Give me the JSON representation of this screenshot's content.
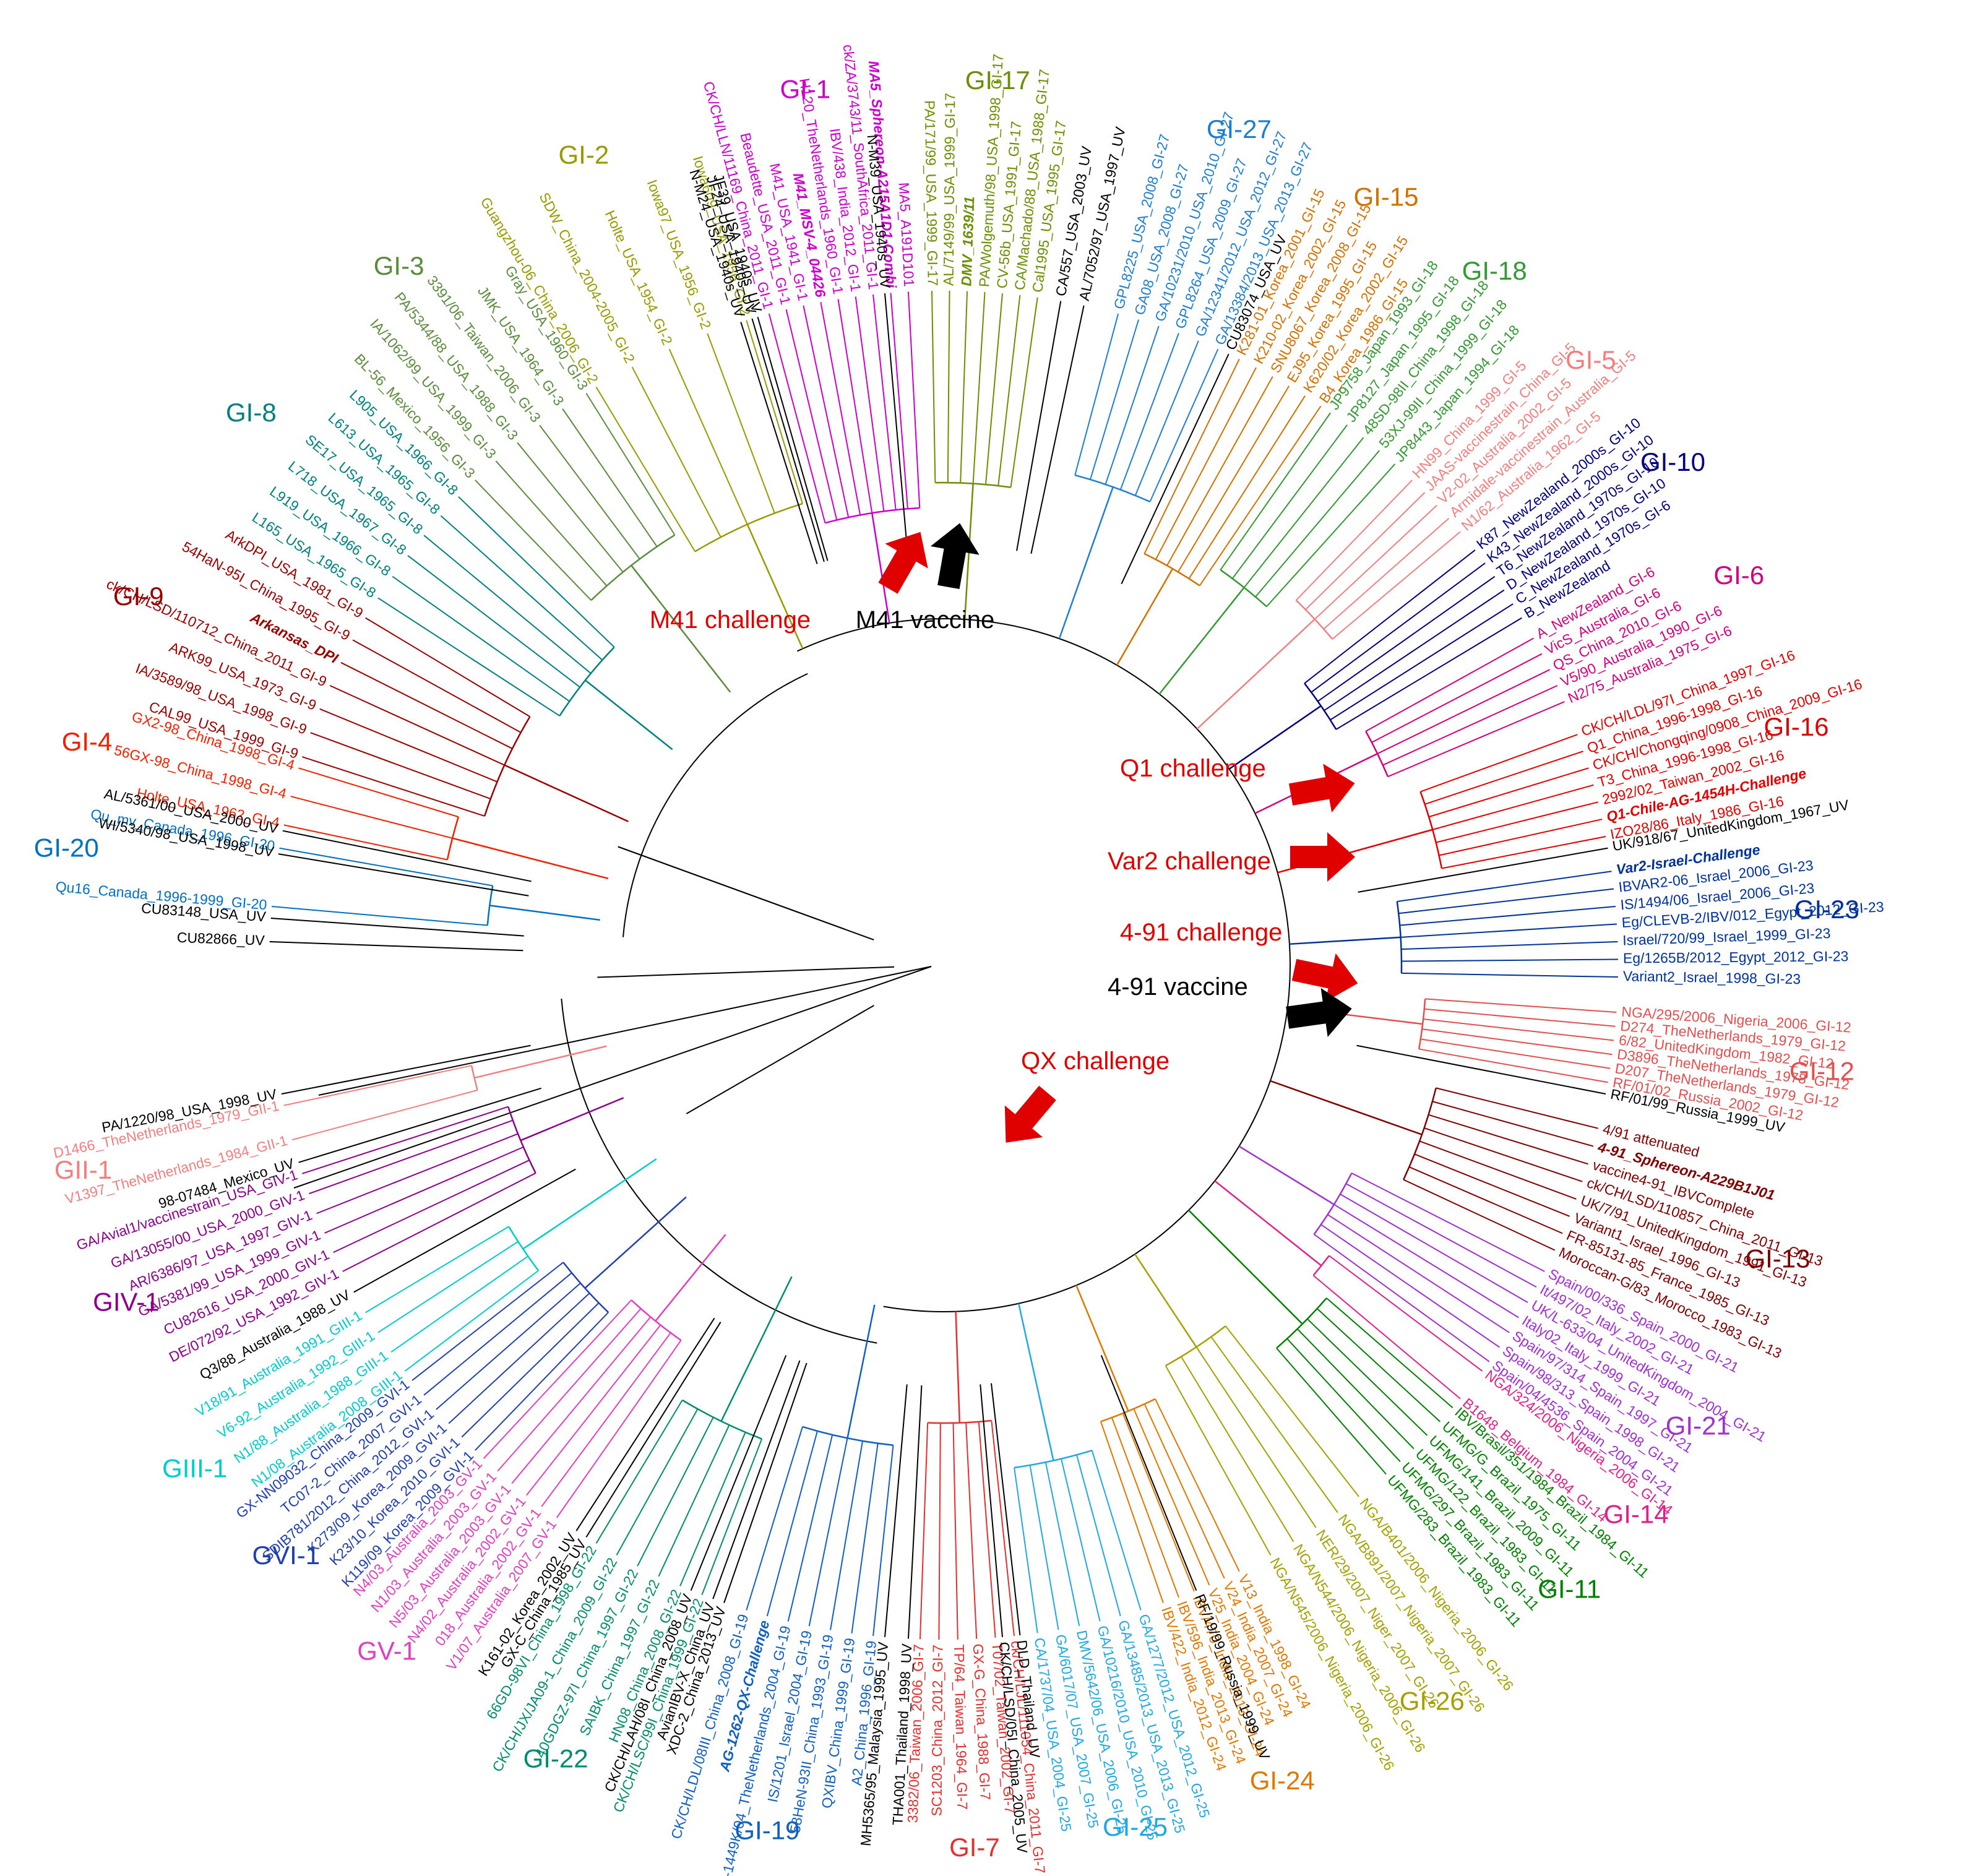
{
  "clades": [
    {
      "label": "GI-1",
      "color": "#cc00cc",
      "leaves": [
        "CK/CH/LLN/11169_China_2011_GI-1",
        "Beaudette_USA_2011_GI-1",
        "M41_USA_1941_GI-1",
        "M41_MSV-4_04426",
        "H120_TheNetherlands_1960_GI-1",
        "IBV/438_India_2012_GI-1",
        "ck/ZA/3743/11_SouthAfrica_2011_GI-1",
        "MA5_Sphereon-A215A1D1-Combi",
        "MA5_A191D101"
      ]
    },
    {
      "label": "GI-2",
      "color": "#999900",
      "leaves": [
        "Guangzhou-06_China_2006_GI-2",
        "SDW_China_2004-2005_GI-2",
        "Holte_USA_1954_GI-2",
        "Iowa97_USA_1956_GI-2",
        "Iowa609_USA_1956_GI-2"
      ]
    },
    {
      "label": "GI-3",
      "color": "#5a8c3c",
      "leaves": [
        "BL-56_Mexico_1956_GI-3",
        "IA/1062/99_USA_1999_GI-3",
        "PA/5344/88_USA_1988_GI-3",
        "3391/06_Taiwan_2006_GI-3",
        "JMK_USA_1964_GI-3",
        "Gray_USA_1960_GI-3"
      ]
    },
    {
      "label": "GI-8",
      "color": "#008080",
      "leaves": [
        "L165_USA_1965_GI-8",
        "L919_USA_1966_GI-8",
        "L718_USA_1967_GI-8",
        "SE17_USA_1965_GI-8",
        "L613_USA_1965_GI-8",
        "L905_USA_1966_GI-8"
      ]
    },
    {
      "label": "GI-9",
      "color": "#990000",
      "leaves": [
        "CAL99_USA_1999_GI-9",
        "IA/3589/98_USA_1998_GI-9",
        "ARK99_USA_1973_GI-9",
        "ck/CH/LSD/110712_China_2011_GI-9",
        "Arkansas_DPI",
        "54HaN-95I_China_1995_GI-9",
        "ArkDPI_USA_1981_GI-9"
      ]
    },
    {
      "label": "GI-4",
      "color": "#ee2200",
      "leaves": [
        "Holte_USA_1962_GI-4",
        "56GX-98_China_1998_GI-4",
        "GX2-98_China_1998_GI-4"
      ]
    },
    {
      "label": "GI-20",
      "color": "#0070c0",
      "leaves": [
        "Qu16_Canada_1996-1999_GI-20",
        "Qu_mv_Canada_1996_GI-20"
      ]
    },
    {
      "label": "GI-17",
      "color": "#6a8f00",
      "leaves": [
        "PA/171/99_USA_1999_GI-17",
        "AL/7149/99_USA_1999_GI-17",
        "DMV_1639/11",
        "PA/Wolgemuth/98_USA_1998_GI-17",
        "CV-56b_USA_1991_GI-17",
        "CA/Machado/88_USA_1988_GI-17",
        "Cal1995_USA_1995_GI-17"
      ]
    },
    {
      "label": "GI-27",
      "color": "#1e7fd0",
      "leaves": [
        "GPL8225_USA_2008_GI-27",
        "GA08_USA_2008_GI-27",
        "GA/10231/2010_USA_2010_GI-27",
        "GPL8264_USA_2009_GI-27",
        "GA/12341/2012_USA_2012_GI-27",
        "GA/13384/2013_USA_2013_GI-27"
      ]
    },
    {
      "label": "GI-15",
      "color": "#d27000",
      "leaves": [
        "K281-01_Korea_2001_GI-15",
        "K210-02_Korea_2002_GI-15",
        "SNU8067_Korea_2008_GI-15",
        "EJ95_Korea_1995_GI-15",
        "K620/02_Korea_2002_GI-15",
        "B4_Korea_1986_GI-15"
      ]
    },
    {
      "label": "GI-18",
      "color": "#339933",
      "leaves": [
        "JP9758_Japan_1993_GI-18",
        "JP8127_Japan_1995_GI-18",
        "48SD-98II_China_1998_GI-18",
        "53XJ-99II_China_1999_GI-18",
        "JP8443_Japan_1994_GI-18"
      ]
    },
    {
      "label": "GI-5",
      "color": "#f08080",
      "leaves": [
        "HN99_China_1999_GI-5",
        "JAAS-vaccinestrain_China_GI-5",
        "V2-02_Australia_2002_GI-5",
        "Armidale-vaccinestrain_Australia_GI-5",
        "N1/62_Australia_1962_GI-5"
      ]
    },
    {
      "label": "GI-10",
      "color": "#000080",
      "leaves": [
        "K87_NewZealand_2000s_GI-10",
        "K43_NewZealand_2000s_GI-10",
        "T6_NewZealand_1970s_GI-10",
        "D_NewZealand_1970s_GI-10",
        "C_NewZealand_1970s_GI-6",
        "B_NewZealand"
      ]
    },
    {
      "label": "GI-6",
      "color": "#d0007f",
      "leaves": [
        "A_NewZealand_GI-6",
        "VicS_Australia_GI-6",
        "QS_China_2010_GI-6",
        "V5/90_Australia_1990_GI-6",
        "N2/75_Australia_1975_GI-6"
      ]
    },
    {
      "label": "GI-16",
      "color": "#e00000",
      "leaves": [
        "CK/CH/LDL/97I_China_1997_GI-16",
        "Q1_China_1996-1998_GI-16",
        "CK/CH/Chongqing/0908_China_2009_GI-16",
        "T3_China_1996-1998_GI-16",
        "2992/02_Taiwan_2002_GI-16",
        "Q1-Chile-AG-1454H-Challenge",
        "IZO28/86_Italy_1986_GI-16"
      ]
    },
    {
      "label": "GI-23",
      "color": "#003399",
      "leaves": [
        "Var2-Israel-Challenge",
        "IBVAR2-06_Israel_2006_GI-23",
        "IS/1494/06_Israel_2006_GI-23",
        "Eg/CLEVB-2/IBV/012_Egypt_2012_GI-23",
        "Israel/720/99_Israel_1999_GI-23",
        "Eg/1265B/2012_Egypt_2012_GI-23",
        "Variant2_Israel_1998_GI-23"
      ]
    },
    {
      "label": "GI-12",
      "color": "#e05050",
      "leaves": [
        "NGA/295/2006_Nigeria_2006_GI-12",
        "D274_TheNetherlands_1979_GI-12",
        "6/82_UnitedKingdom_1982_GI-12",
        "D3896_TheNetherlands_1978_GI-12",
        "D207_TheNetherlands_1979_GI-12",
        "RF/01/02_Russia_2002_GI-12"
      ]
    },
    {
      "label": "GI-13",
      "color": "#800000",
      "leaves": [
        "4/91 attenuated",
        "4-91_Sphereon-A229B1J01",
        "vaccine4-91_IBVComplete",
        "ck/CH/LSD/110857_China_2011_GI-13",
        "UK/7/91_UnitedKingdom_1991_GI-13",
        "Variant1_Israel_1996_GI-13",
        "FR-85131-85_France_1985_GI-13",
        "Moroccan-G/83_Morocco_1983_GI-13"
      ]
    },
    {
      "label": "GI-21",
      "color": "#a030d0",
      "leaves": [
        "Spain/00/336_Spain_2000_GI-21",
        "It/497/02_Italy_2002_GI-21",
        "UK/L-633/04_UnitedKingdom_2004_GI-21",
        "Italy02_Italy_1999_GI-21",
        "Spain/97/314_Spain_1997_GI-21",
        "Spain/98/313_Spain_1998_GI-21",
        "Spain/04/4536_Spain_2004_GI-21"
      ]
    },
    {
      "label": "GI-14",
      "color": "#e0208a",
      "leaves": [
        "NGA/324/2006_Nigeria_2006_GI-14",
        "B1648_Belgium_1984_GI-14"
      ]
    },
    {
      "label": "GI-11",
      "color": "#008000",
      "leaves": [
        "IBV/Brasil/351/1984_Brazil_1984_GI-11",
        "UFMG/G_Brazil_1975_GI-11",
        "UFMG/141_Brazil_2009_GI-11",
        "UFMG/122_Brazil_1983_GI-11",
        "UFMG/297_Brazil_1983_GI-11",
        "UFMG/283_Brazil_1983_GI-11"
      ]
    },
    {
      "label": "GI-26",
      "color": "#a5a000",
      "leaves": [
        "NGA/B401/2006_Nigeria_2006_GI-26",
        "NGA/B891/2007_Nigeria_2007_GI-26",
        "NER/29/2007_Niger_2007_GI-26",
        "NGA/N544/2006_Nigeria_2006_GI-26",
        "NGA/N545/2006_Nigeria_2006_GI-26"
      ]
    },
    {
      "label": "GI-24",
      "color": "#e07800",
      "leaves": [
        "V13_India_1998_GI-24",
        "V24_India_2007_GI-24",
        "V25_India_2004_GI-24",
        "IBV/470_India_2013_GI-24",
        "IBV/596_India_2013_GI-24",
        "IBV/422_India_2012_GI-24"
      ]
    },
    {
      "label": "GI-25",
      "color": "#20a8e0",
      "leaves": [
        "GA/1277/2012_USA_2012_GI-25",
        "GA/13485/2013_USA_2013_GI-25",
        "GA/10216/2010_USA_2010_GI-25",
        "DMV/5642/06_USA_2006_GI-25",
        "GA/6017/07_USA_2007_GI-25",
        "CA/1737/04_USA_2004_GI-25"
      ]
    },
    {
      "label": "GI-7",
      "color": "#e03030",
      "leaves": [
        "ck/CH/LJL/111054_China_2011_GI-7",
        "T07/02_Taiwan_2002_GI-7",
        "GX-G_China_1988_GI-7",
        "TP/64_Taiwan_1964_GI-7",
        "SC1203_China_2012_GI-7",
        "3382/06_Taiwan_2006_GI-7"
      ]
    },
    {
      "label": "GI-19",
      "color": "#1060c0",
      "leaves": [
        "A2_China_1996_GI-19",
        "QXIBV_China_1999_GI-19",
        "58HeN-93II_China_1993_GI-19",
        "IS/1201_Israel_2004_GI-19",
        "NL/L-1449K/04_TheNetherlands_2004_GI-19",
        "AG-1262-QX-Challenge",
        "CK/CH/LDL/08III_China_2008_GI-19"
      ]
    },
    {
      "label": "GI-22",
      "color": "#008c6e",
      "leaves": [
        "CK/CH/LSC/99I_China_1999_GI-22",
        "HN08_China_2008_GI-22",
        "SAIBK_China_1997_GI-22",
        "40GDGZ-97I_China_1997_GI-22",
        "CK/CH/JX/JA09-1_China_2009_GI-22",
        "66GD-98VI_China_1998_GI-22"
      ]
    },
    {
      "label": "GV-1",
      "color": "#e040c0",
      "leaves": [
        "V1/07_Australia_2007_GV-1",
        "018_Australia_2002_GV-1",
        "N4/02_Australia_2002_GV-1",
        "N5/03_Australia_2003_GV-1",
        "N1/03_Australia_2003_GV-1",
        "N4/03_Australia_2003_GV-1"
      ]
    },
    {
      "label": "GVI-1",
      "color": "#2040b0",
      "leaves": [
        "K119/09_Korea_2009_GVI-1",
        "K23/10_Korea_2010_GVI-1",
        "K273/09_Korea_2009_GVI-1",
        "SDIB781/2012_China_2012_GVI-1",
        "TC07-2_China_2007_GVI-1",
        "GX-NN09032_China_2009_GVI-1"
      ]
    },
    {
      "label": "GIII-1",
      "color": "#00cccc",
      "leaves": [
        "N1/08_Australia_2008_GIII-1",
        "N1/88_Australia_1988_GIII-1",
        "V6-92_Australia_1992_GIII-1",
        "V18/91_Australia_1991_GIII-1"
      ]
    },
    {
      "label": "GIV-1",
      "color": "#8b008b",
      "leaves": [
        "DE/072/92_USA_1992_GIV-1",
        "CU82616_USA_2000_GIV-1",
        "GA/5381/99_USA_1999_GIV-1",
        "AR/6386/97_USA_1997_GIV-1",
        "GA/13055/00_USA_2000_GIV-1",
        "GA/Avial1/vaccinestrain_USA_GIV-1"
      ]
    },
    {
      "label": "GII-1",
      "color": "#f08080",
      "leaves": [
        "V1397_TheNetherlands_1984_GII-1",
        "D1466_TheNetherlands_1979_GII-1"
      ]
    }
  ],
  "unassigned_leaves": [
    "WI/5340/98_USA_1998_UV",
    "AL/5361/00_USA_2000_UV",
    "N-M24_USA_1940s_UV",
    "JF24_USA_1940s_UV",
    "JF39_USA_1940s_UV",
    "N-M39_USA_1940s_UV",
    "CA/557_USA_2003_UV",
    "AL/7052/97_USA_1997_UV",
    "CU83074_USA_UV",
    "UK/918/67_UnitedKingdom_1967_UV",
    "RF/01/99_Russia_1999_UV",
    "RF/19/99_Russia_1999_UV",
    "DLD_Thailand_UV",
    "CK/CH/LSD/05I_China_2005_UV",
    "THA001_Thailand_1998_UV",
    "MH5365/95_Malaysia_1995_UV",
    "XDC-2_China_2013_UV",
    "AvianIBV-X_China_UV",
    "GX-C_China_1985_UV",
    "K161-02_Korea_2002_UV",
    "CK/CH/LAH/08I_China_2008_UV",
    "Q3/88_Australia_1988_UV",
    "98-07484_Mexico_UV",
    "PA/1220/98_USA_1998_UV",
    "CU83148_USA_UV",
    "CU82866_UV"
  ],
  "annotations": [
    {
      "label": "M41 challenge",
      "color": "#e00000"
    },
    {
      "label": "M41 vaccine",
      "color": "#000000"
    },
    {
      "label": "Q1 challenge",
      "color": "#e00000"
    },
    {
      "label": "Var2 challenge",
      "color": "#e00000"
    },
    {
      "label": "4-91 challenge",
      "color": "#e00000"
    },
    {
      "label": "4-91 vaccine",
      "color": "#000000"
    },
    {
      "label": "QX challenge",
      "color": "#e00000"
    }
  ]
}
